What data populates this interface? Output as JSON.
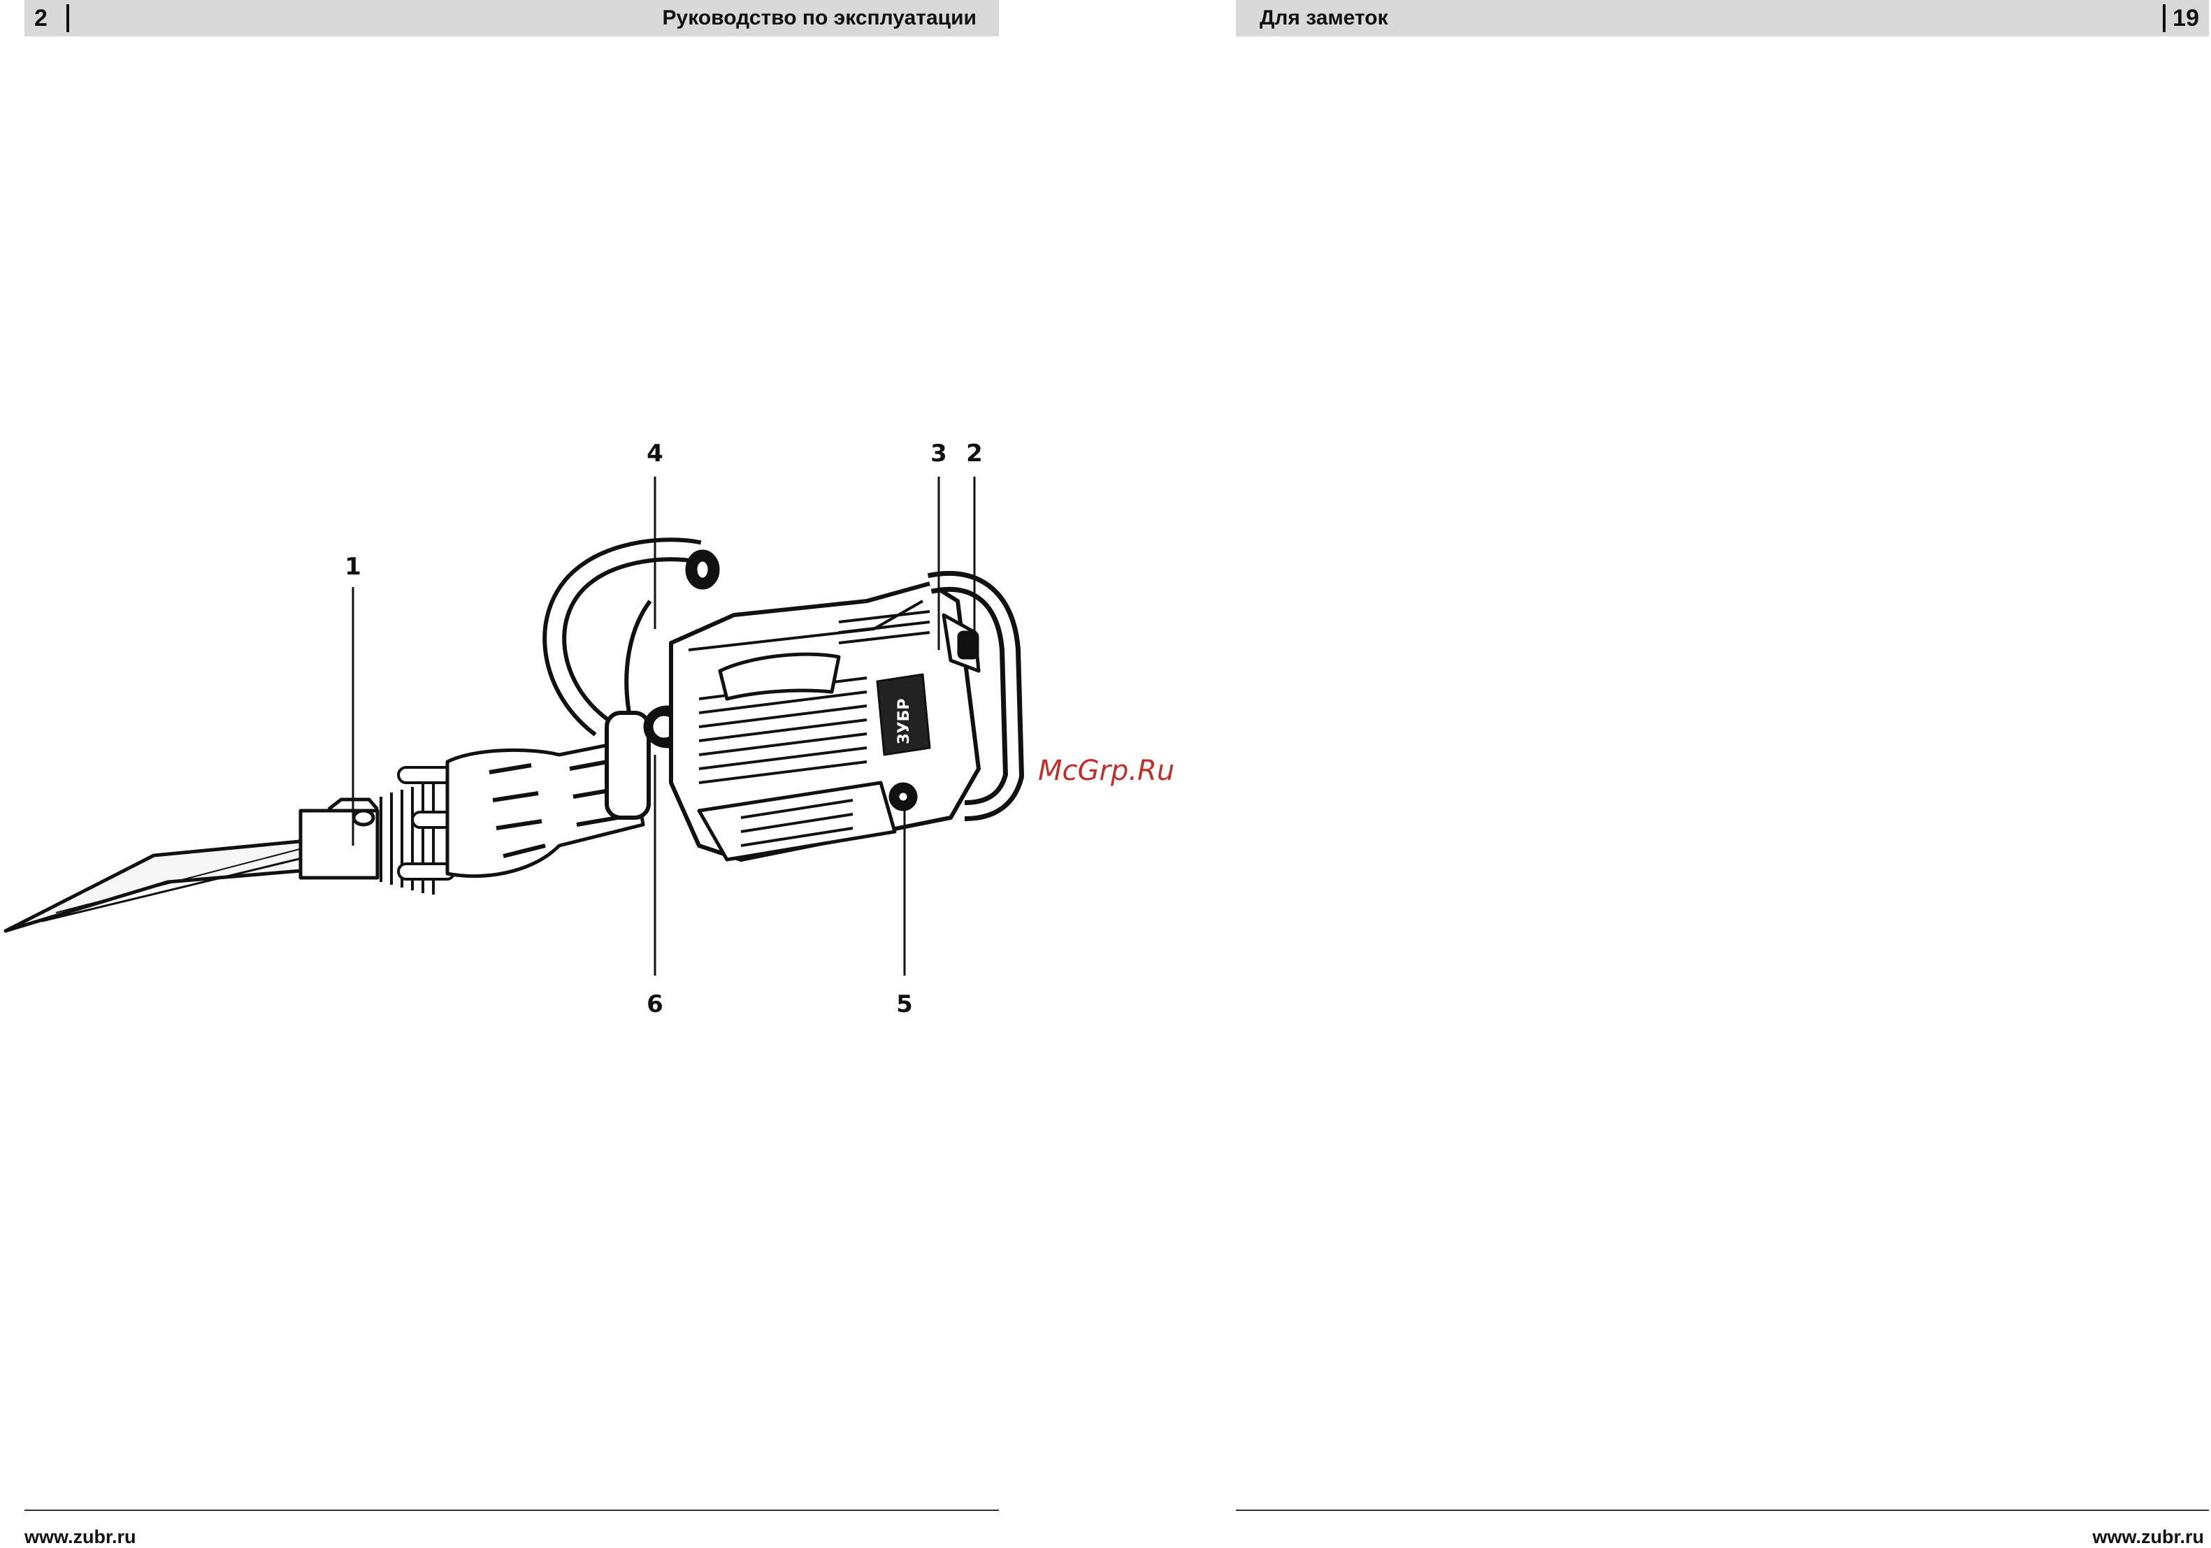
{
  "left_page": {
    "page_number": "2",
    "header_title": "Руководство по эксплуатации",
    "footer_url": "www.zubr.ru"
  },
  "right_page": {
    "page_number": "19",
    "header_title": "Для заметок",
    "footer_url": "www.zubr.ru"
  },
  "figure": {
    "brand_logo_text": "ЗУБР",
    "callouts": [
      "1",
      "2",
      "3",
      "4",
      "5",
      "6"
    ]
  },
  "watermark": "McGrp.Ru"
}
